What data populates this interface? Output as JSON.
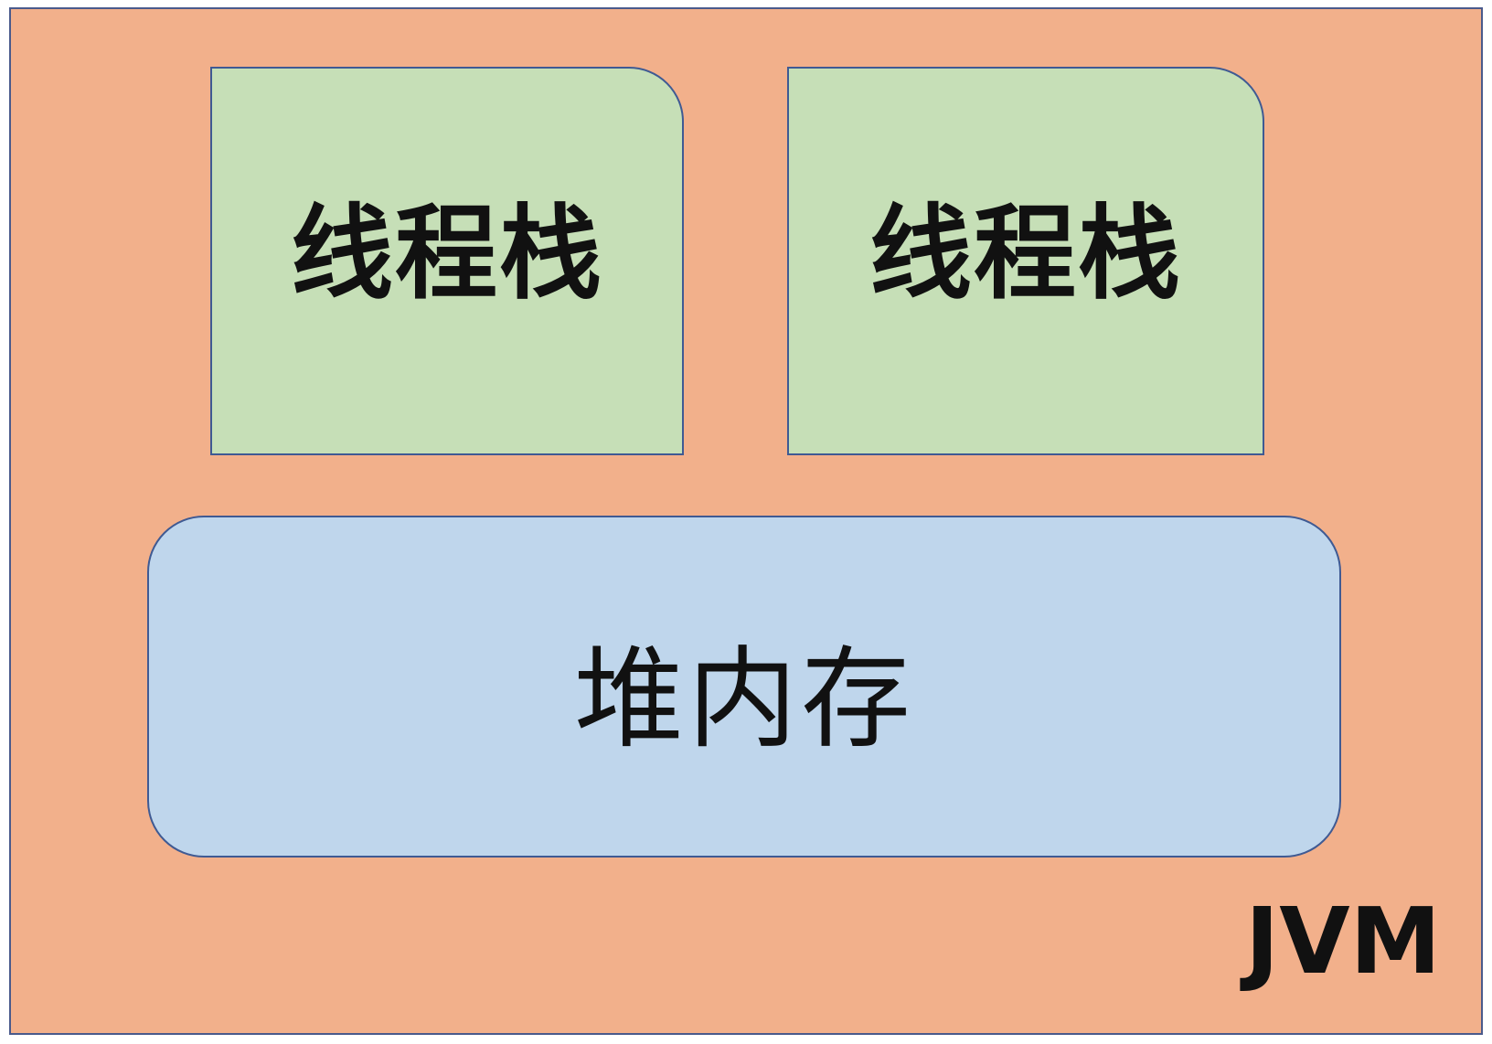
{
  "diagram": {
    "container_label": "JVM",
    "thread_stacks": [
      {
        "label": "线程栈"
      },
      {
        "label": "线程栈"
      }
    ],
    "heap_label": "堆内存"
  },
  "colors": {
    "jvm_fill": "#F2B08B",
    "stack_fill": "#C6DFB7",
    "heap_fill": "#BFD6EC",
    "border": "#3F5A93"
  }
}
